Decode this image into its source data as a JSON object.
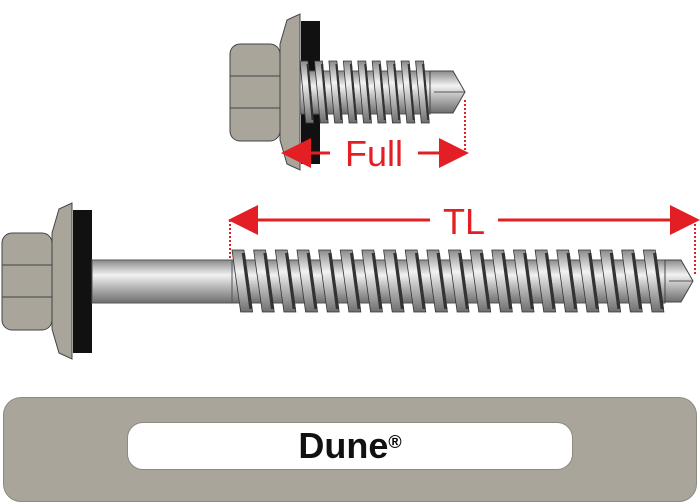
{
  "diagram": {
    "full_label": "Full",
    "tl_label": "TL",
    "color_name": "Dune",
    "registered_mark": "®",
    "colors": {
      "head": "#a9a59b",
      "washer": "#111111",
      "dimension": "#e31e24",
      "steel": "#c8c8c8"
    }
  }
}
